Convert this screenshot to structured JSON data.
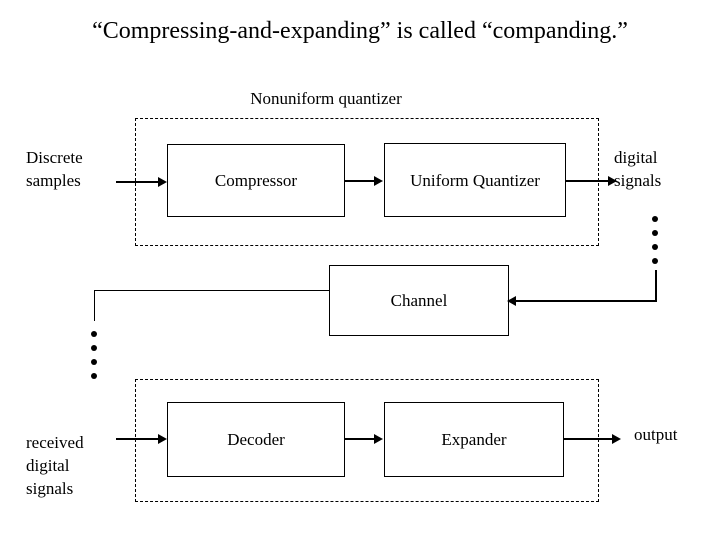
{
  "slide": {
    "title": "“Compressing-and-expanding” is called “companding.”",
    "group_top_label": "Nonuniform quantizer"
  },
  "blocks": [
    {
      "id": "compressor",
      "label": "Compressor"
    },
    {
      "id": "quantizer",
      "label": "Uniform\nQuantizer"
    },
    {
      "id": "channel",
      "label": "Channel"
    },
    {
      "id": "decoder",
      "label": "Decoder"
    },
    {
      "id": "expander",
      "label": "Expander"
    }
  ],
  "labels": {
    "discrete_samples": "Discrete\nsamples",
    "digital_signals": "digital\nsignals",
    "received_digital_signals": "received\ndigital\nsignals",
    "output": "output"
  },
  "colors": {
    "background": "#ffffff",
    "stroke": "#000000",
    "text": "#000000"
  },
  "diagram_data": {
    "type": "block-diagram",
    "groups": [
      {
        "name": "Nonuniform quantizer",
        "style": "dashed",
        "members": [
          "compressor",
          "quantizer"
        ]
      },
      {
        "name": "",
        "style": "dashed",
        "members": [
          "decoder",
          "expander"
        ]
      }
    ],
    "edges": [
      {
        "from": "discrete samples",
        "to": "compressor",
        "arrow": true
      },
      {
        "from": "compressor",
        "to": "quantizer",
        "arrow": true
      },
      {
        "from": "quantizer",
        "to": "digital signals",
        "arrow": true
      },
      {
        "from": "digital signals",
        "to": "channel",
        "arrow": true,
        "style": "dotted-drop"
      },
      {
        "from": "channel",
        "to": "received digital signals",
        "arrow": false,
        "style": "dotted-drop"
      },
      {
        "from": "received digital signals",
        "to": "decoder",
        "arrow": true
      },
      {
        "from": "decoder",
        "to": "expander",
        "arrow": true
      },
      {
        "from": "expander",
        "to": "output",
        "arrow": true
      }
    ]
  }
}
